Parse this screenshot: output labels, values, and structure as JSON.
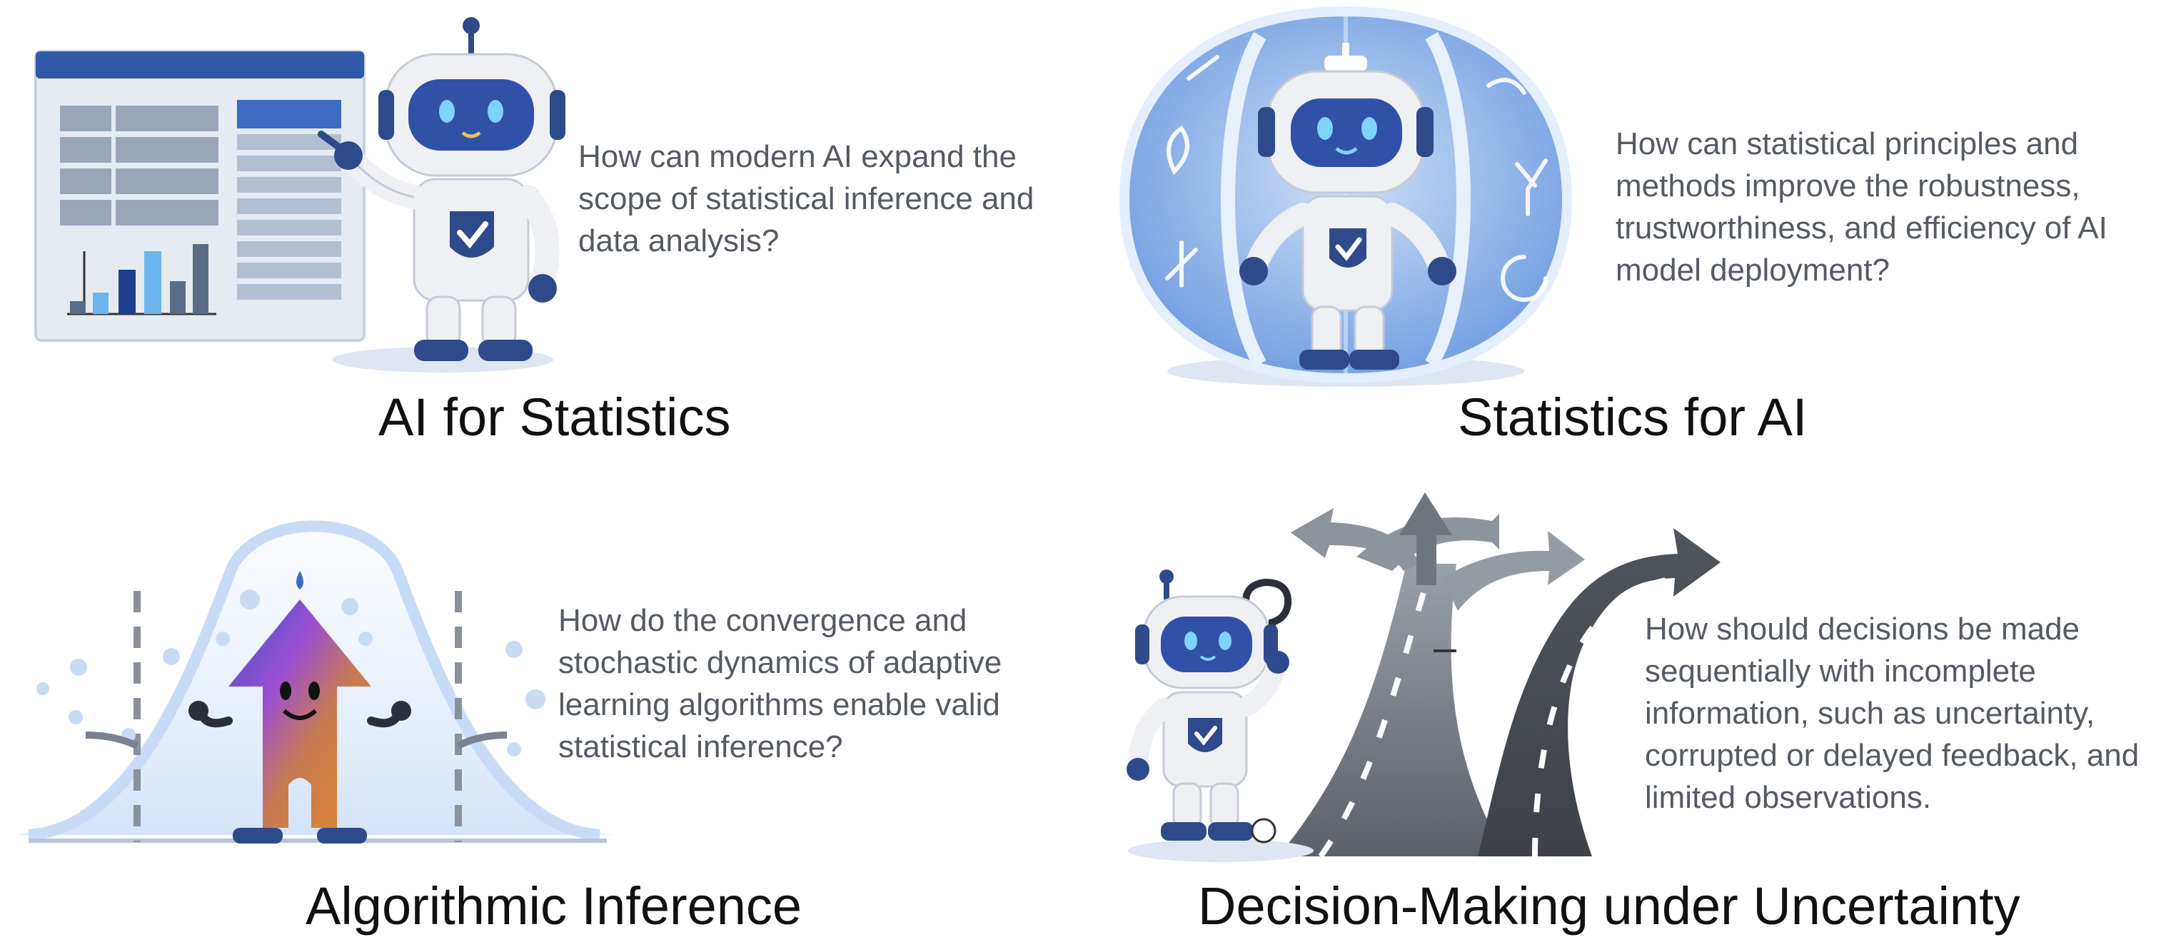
{
  "panels": [
    {
      "title": "AI for Statistics",
      "question": "How can modern AI expand the scope of statistical inference and data analysis?",
      "illustration": "robot-presenting-spreadsheet-chart"
    },
    {
      "title": "Statistics for AI",
      "question": "How can statistical principles and methods improve the robustness, trustworthiness, and efficiency of AI model deployment?",
      "illustration": "robot-in-shield-globe"
    },
    {
      "title": "Algorithmic Inference",
      "question": "How do the convergence and stochastic dynamics of adaptive learning algorithms enable valid statistical inference?",
      "illustration": "gradient-arrow-character-in-bell-curve"
    },
    {
      "title": "Decision-Making under Uncertainty",
      "question": "How should decisions be made sequentially with incomplete information, such as uncertainty, corrupted or delayed feedback, and limited observations.",
      "illustration": "robot-at-forking-road"
    }
  ],
  "colors": {
    "robot_white": "#eef0f4",
    "robot_navy": "#2f4a8a",
    "robot_visor": "#3150a8",
    "shield_blue": "#5b8fd6",
    "road_gray": "#6b7079",
    "question_text": "#555a63",
    "title_text": "#111111"
  }
}
